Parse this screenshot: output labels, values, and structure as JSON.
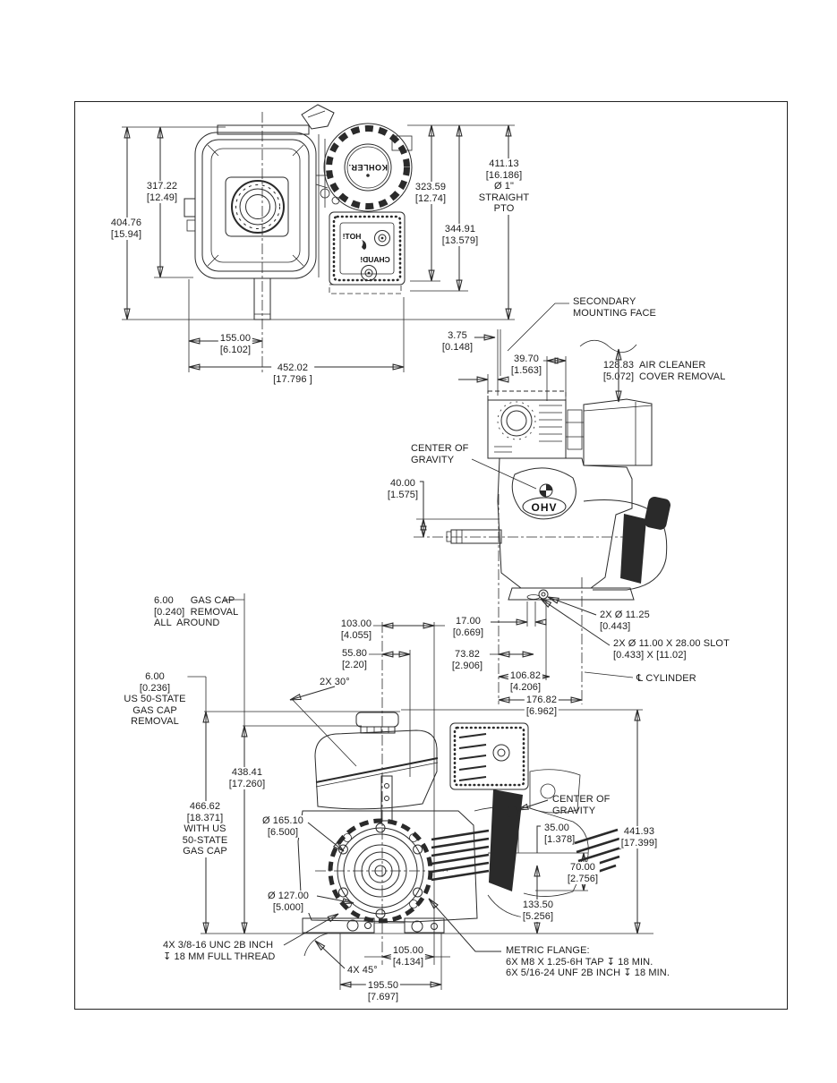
{
  "drawing": {
    "type": "engine-dimension-drawing",
    "ink_color": "#2a2a2a",
    "paper_color": "#ffffff"
  },
  "engine_text": {
    "recoil_brand": "KOHLER.",
    "muffler_warning_hot": "HOT!",
    "muffler_warning_chaud": "CHAUD!",
    "valve_cover": "OHV"
  },
  "labels": {
    "dim_317": "317.22\n[12.49]",
    "dim_404": "404.76\n[15.94]",
    "dim_323": "323.59\n[12.74]",
    "dim_344": "344.91\n[13.579]",
    "pto_note": "411.13\n[16.186]\nØ 1\"\nSTRAIGHT\nPTO",
    "dim_155": "155.00\n[6.102]",
    "dim_452": "452.02\n[17.796 ]",
    "secondary_mounting_face": "SECONDARY\nMOUNTING FACE",
    "dim_3_75": "3.75\n[0.148]",
    "dim_39_70": "39.70\n[1.563]",
    "air_cleaner_value": "128.83\n[5.072]",
    "air_cleaner_text": "AIR CLEANER\nCOVER REMOVAL",
    "cg_side": "CENTER OF\nGRAVITY",
    "dim_40": "40.00\n[1.575]",
    "dim_17": "17.00\n[0.669]",
    "dim_73_82": "73.82\n[2.906]",
    "dim_106_82": "106.82\n[4.206]",
    "dim_176_82": "176.82\n[6.962]",
    "holes_note": "2X Ø 11.25\n[0.443]",
    "slot_note": "2X Ø 11.00 X 28.00 SLOT\n[0.433] X [11.02]",
    "cylinder_note": "℄ CYLINDER",
    "gas_cap_note": "6.00      GAS CAP\n[0.240]  REMOVAL\nALL  AROUND",
    "dim_103": "103.00\n[4.055]",
    "dim_55_80": "55.80\n[2.20]",
    "angle_2x30": "2X 30°",
    "us_gas_cap_note": "6.00\n[0.236]\nUS 50-STATE\nGAS CAP\nREMOVAL",
    "dim_438": "438.41\n[17.260]",
    "dim_466": "466.62\n[18.371]\nWITH US\n50-STATE\nGAS CAP",
    "dia_165": "Ø 165.10\n[6.500]",
    "dia_127": "Ø 127.00\n[5.000]",
    "thread_note": "4X 3/8-16 UNC 2B INCH\n↧ 18 MM FULL THREAD",
    "angle_4x45": "4X 45°",
    "dim_105": "105.00\n[4.134]",
    "dim_195": "195.50\n[7.697]",
    "cg_pto": "CENTER OF\nGRAVITY",
    "dim_35": "35.00\n[1.378]",
    "dim_441": "441.93\n[17.399]",
    "dim_70": "70.00\n[2.756]",
    "dim_133": "133.50\n[5.256]",
    "metric_flange_note": "METRIC FLANGE:\n6X M8 X 1.25-6H TAP ↧ 18 MIN.\n6X 5/16-24 UNF 2B INCH ↧ 18 MIN."
  }
}
